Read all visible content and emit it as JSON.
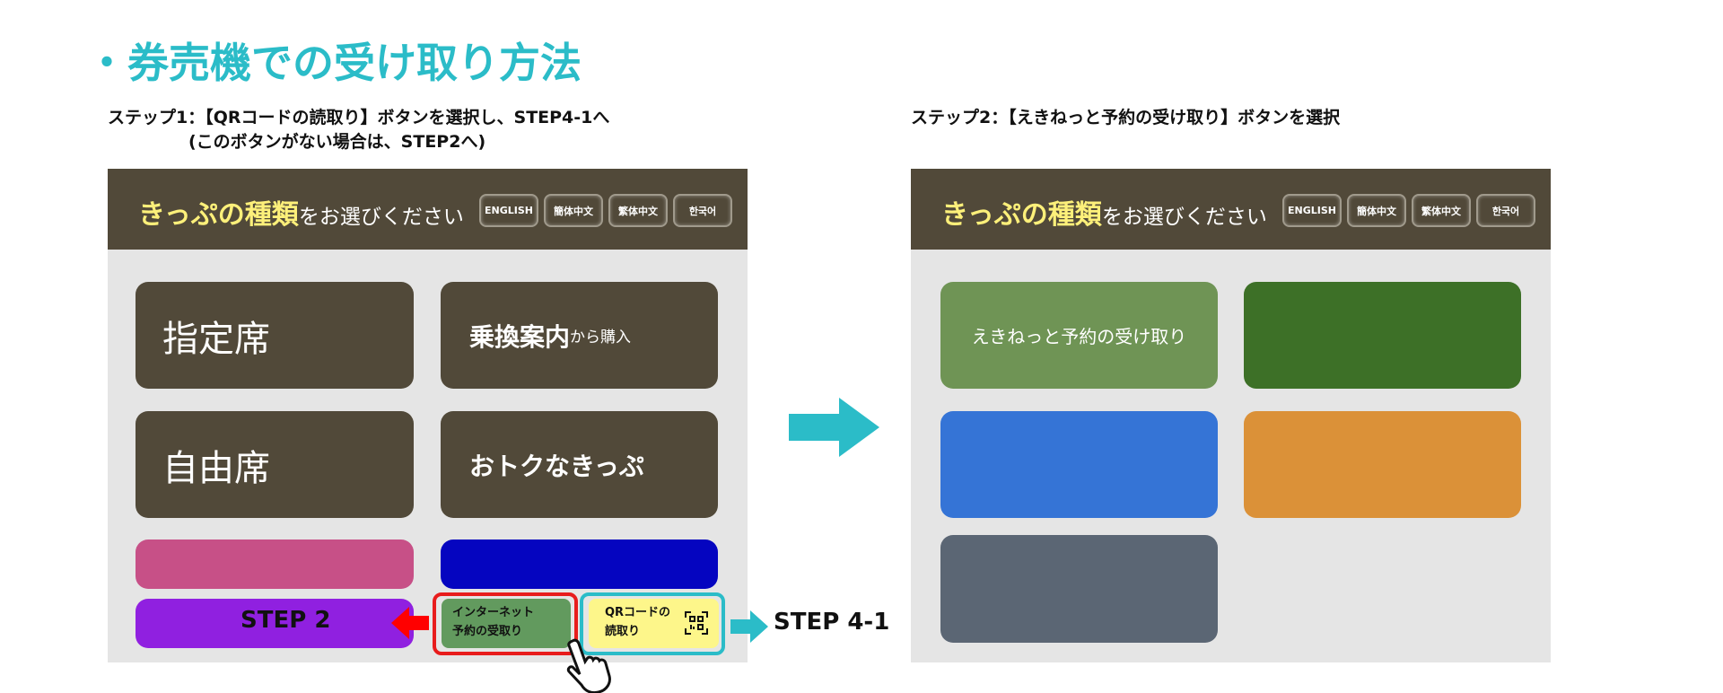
{
  "title": "・券売機での受け取り方法",
  "step1": {
    "line1": "ステップ1：【QRコードの読取り】ボタンを選択し、STEP4-1へ",
    "line2": "(このボタンがない場合は、STEP2へ)"
  },
  "step2": "ステップ2：【えきねっと予約の受け取り】ボタンを選択",
  "header": {
    "title_bold": "きっぷの種類",
    "title_rest": "をお選びください",
    "languages": [
      "ENGLISH",
      "簡体中文",
      "繁体中文",
      "한국어"
    ]
  },
  "left": {
    "reserved": "指定席",
    "transfer_bold": "乗換案内",
    "transfer_rest": "から購入",
    "unreserved": "自由席",
    "deals": "おトクなきっぷ",
    "internet_1": "インターネット",
    "internet_2": "予約の受取り",
    "qr_1": "QRコードの",
    "qr_2": "読取り",
    "step2_label": "STEP 2",
    "step41_label": "STEP 4-1"
  },
  "right": {
    "eki_net": "えきねっと予約の受け取り"
  },
  "colors": {
    "accent": "#2bbcc8",
    "header": "#514939",
    "highlight_red": "#e81c1c"
  }
}
